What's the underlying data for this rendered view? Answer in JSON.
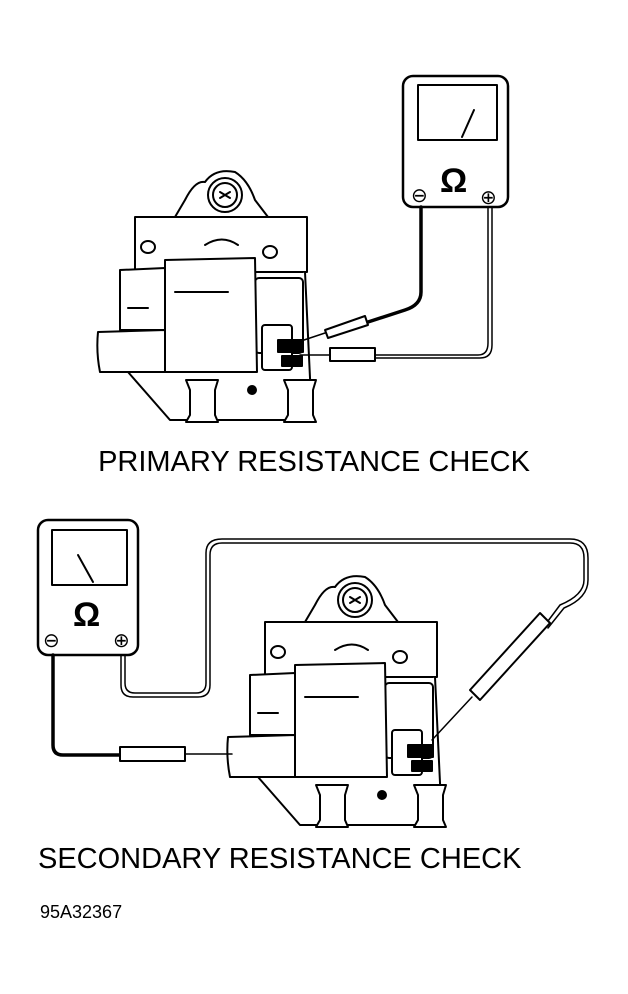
{
  "figures": [
    {
      "caption": "PRIMARY RESISTANCE CHECK",
      "meter_symbol": "Ω",
      "meter_terminals": [
        "⊖",
        "⊕"
      ]
    },
    {
      "caption": "SECONDARY RESISTANCE CHECK",
      "meter_symbol": "Ω",
      "meter_terminals": [
        "⊖",
        "⊕"
      ]
    }
  ],
  "figure_id": "95A32367"
}
